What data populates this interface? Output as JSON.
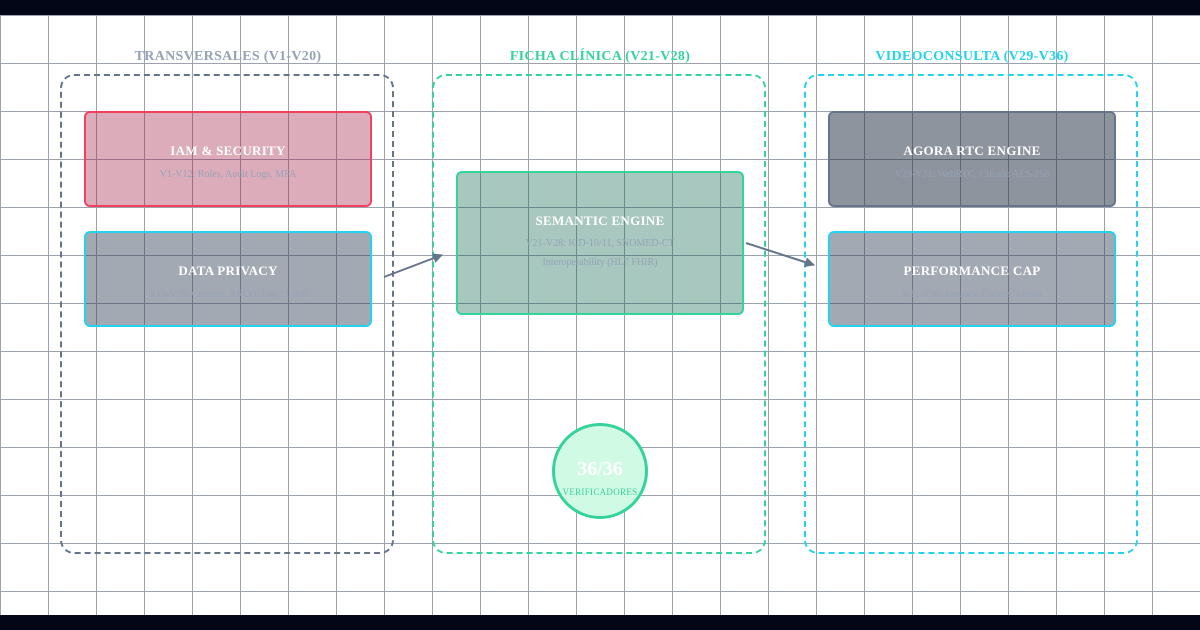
{
  "colors": {
    "slate": "#64748b",
    "emerald": "#34d399",
    "cyan": "#22d3ee",
    "rose": "#f43f5e"
  },
  "groups": [
    {
      "title": "TRANSVERSALES (V1-V20)"
    },
    {
      "title": "FICHA CLÍNICA (V21-V28)"
    },
    {
      "title": "VIDEOCONSULTA (V29-V36)"
    }
  ],
  "cards": {
    "iam": {
      "title": "IAM & SECURITY",
      "sub": "V1-V12: Roles, Audit Logs, MFA"
    },
    "privacy": {
      "title": "DATA PRIVACY",
      "sub": "V13-V20: Consent, ARCO, Ley 21.668"
    },
    "semantic": {
      "title": "SEMANTIC ENGINE",
      "sub1": "V21-V28: ICD-10/11, SNOMED-CT",
      "sub2": "Interoperability (HL7 FHIR)"
    },
    "agora": {
      "title": "AGORA RTC ENGINE",
      "sub": "V29-V31: WebRTC, Cifrado AES-256"
    },
    "performance": {
      "title": "PERFORMANCE CAP",
      "sub": "V32-V36: Latency, Codecs, Limits"
    }
  },
  "badge": {
    "value": "36/36",
    "label": "VERIFICADORES"
  }
}
